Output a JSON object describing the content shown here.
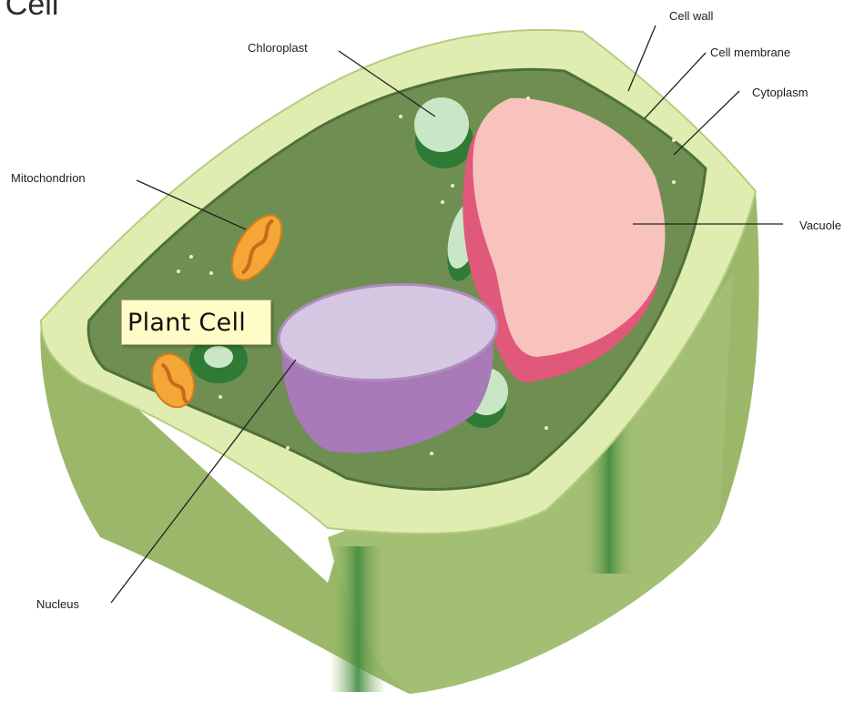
{
  "title": "nt Cell",
  "labels": {
    "cell_wall": "Cell wall",
    "cell_membrane": "Cell membrane",
    "cytoplasm": "Cytoplasm",
    "chloroplast": "Chloroplast",
    "mitochondrion": "Mitochondrion",
    "vacuole": "Vacuole",
    "nucleus": "Nucleus"
  },
  "tooltip": "Plant Cell",
  "colors": {
    "cell_wall_side": "#9bb86a",
    "cell_wall_top": "#dfeeb0",
    "cytoplasm": "#6f8f52",
    "vacuole": "#f8c3bd",
    "vacuole_edge": "#e0587a",
    "nucleus": "#d6c8e2",
    "nucleus_side": "#a87ab8",
    "chloroplast": "#c9e6c6",
    "chloroplast_dark": "#2f7a35",
    "mitochondrion": "#f4a636"
  }
}
